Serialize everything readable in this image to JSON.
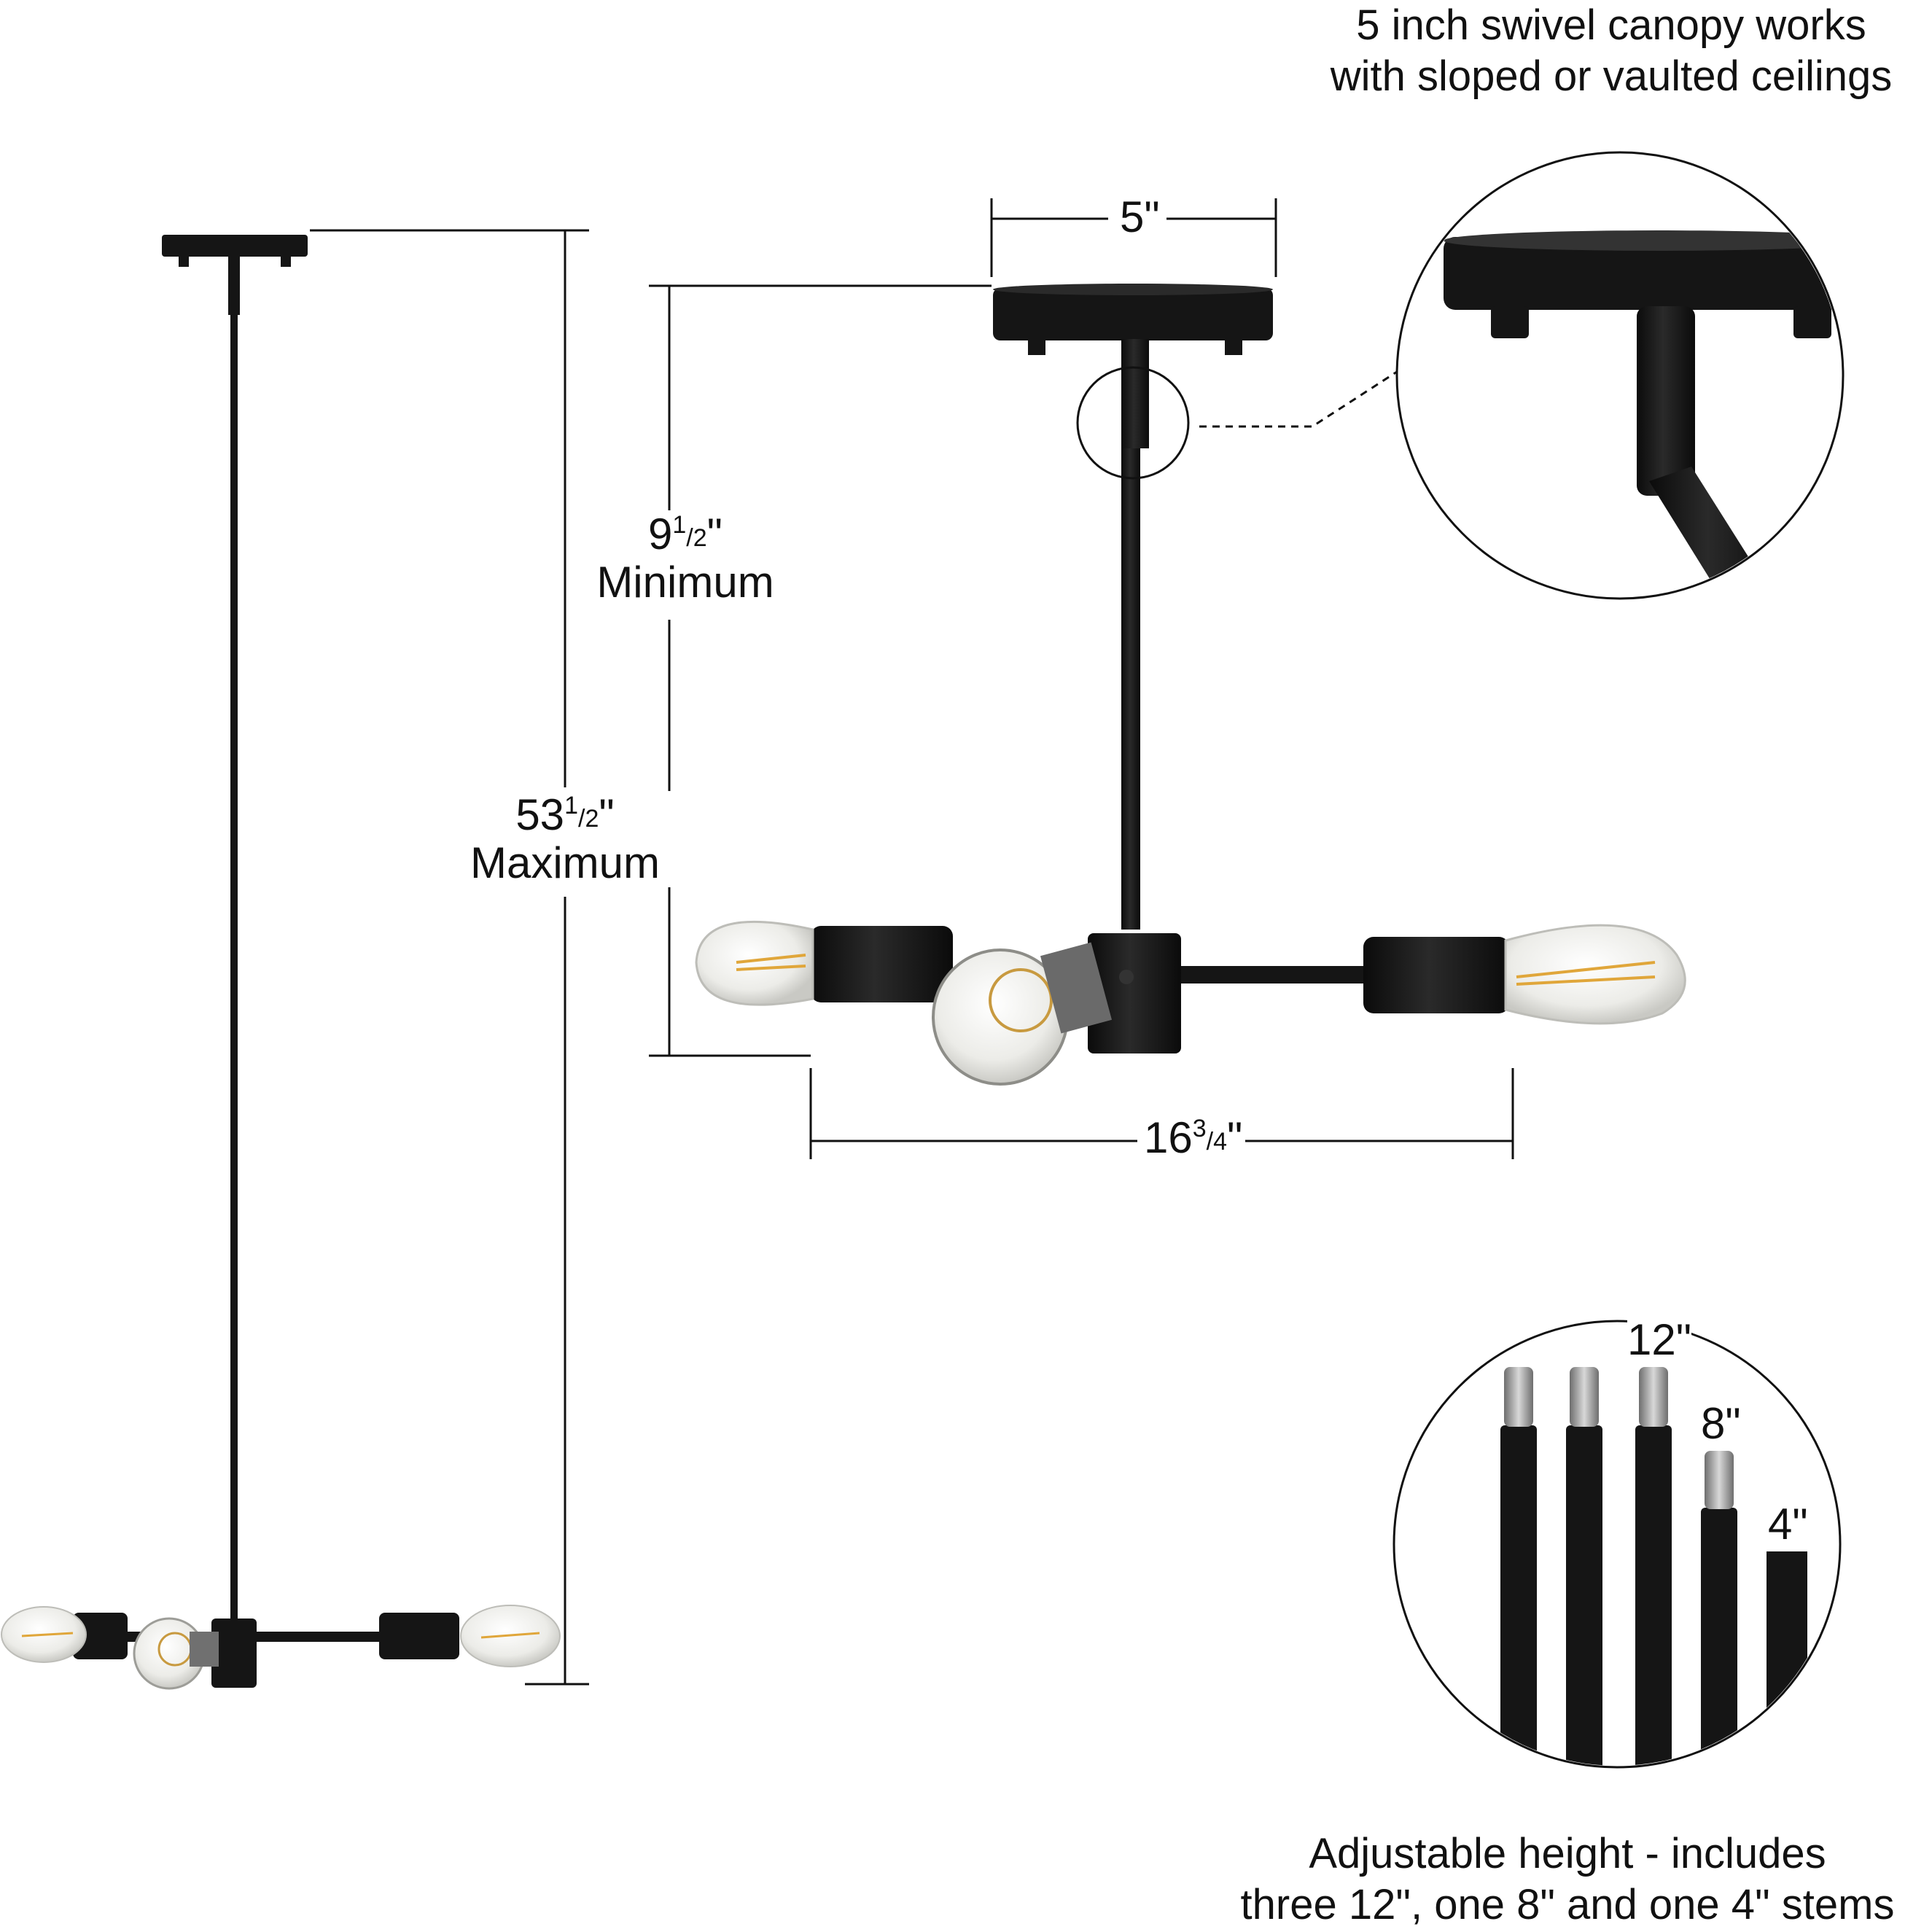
{
  "callouts": {
    "canopy_line1": "5 inch swivel canopy works",
    "canopy_line2": "with sloped or vaulted ceilings",
    "stems_line1": "Adjustable height - includes",
    "stems_line2": "three 12\", one 8\" and one 4\" stems"
  },
  "dimensions": {
    "canopy_width": "5\"",
    "min_height_whole": "9",
    "min_height_num": "1",
    "min_height_den": "2",
    "min_height_quote": "\"",
    "min_height_word": "Minimum",
    "max_height_whole": "53",
    "max_height_num": "1",
    "max_height_den": "2",
    "max_height_quote": "\"",
    "max_height_word": "Maximum",
    "span_whole": "16",
    "span_num": "3",
    "span_den": "4",
    "span_quote": "\""
  },
  "stems": {
    "label_12": "12\"",
    "label_8": "8\"",
    "label_4": "4\""
  },
  "colors": {
    "fixture": "#151515",
    "line": "#111111",
    "bulb_glass": "#f2f2ee",
    "filament": "#e0a63a",
    "thread": "#a8a8a8"
  }
}
